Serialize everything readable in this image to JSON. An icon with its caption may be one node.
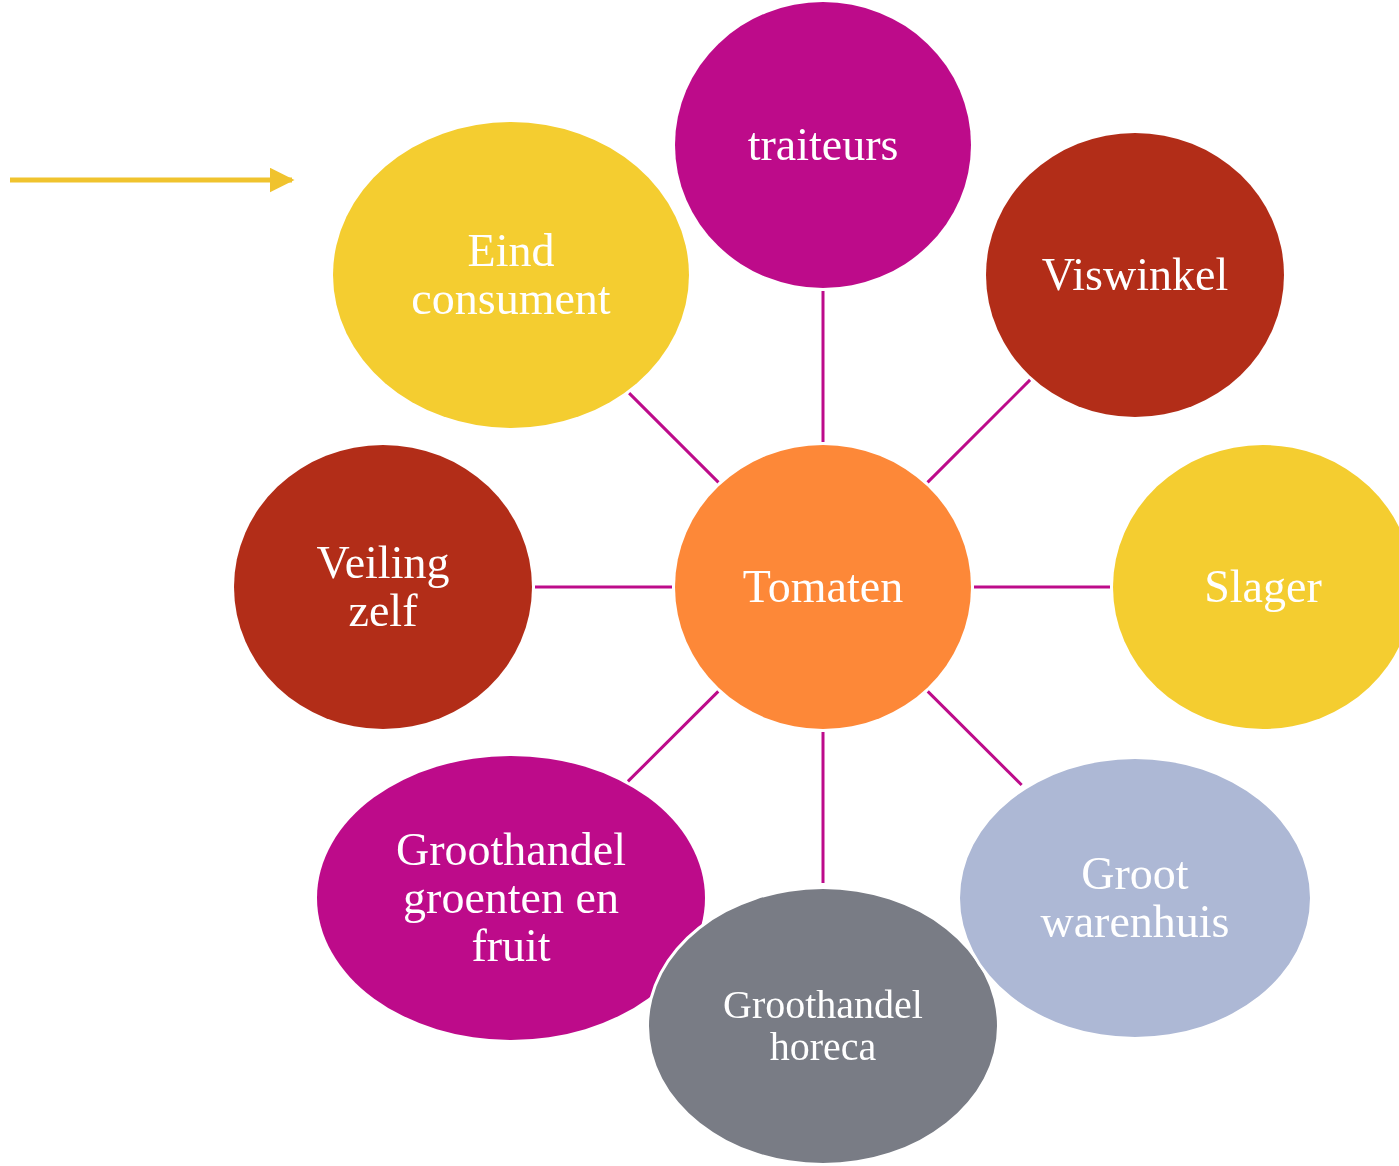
{
  "diagram": {
    "nodes": [
      {
        "text": [
          "traiteurs"
        ]
      },
      {
        "text": [
          "Eind consument"
        ]
      },
      {
        "text": [
          "Viswinkel"
        ]
      },
      {
        "text": [
          "Veiling zelf"
        ]
      },
      {
        "text": [
          "Tomaten"
        ]
      },
      {
        "text": [
          "Slager"
        ]
      },
      {
        "text": [
          "Groothandel groenten en fruit"
        ]
      },
      {
        "text": [
          "Groot warenhuis"
        ]
      },
      {
        "text": [
          "Groothandel horeca"
        ]
      }
    ],
    "edges": [
      {
        "from": null,
        "to": 1,
        "arrow": "to",
        "color": "#f0c32e"
      },
      {
        "from": 4,
        "to": 0,
        "arrow": "none"
      },
      {
        "from": 4,
        "to": 1,
        "arrow": "none"
      },
      {
        "from": 4,
        "to": 2,
        "arrow": "none"
      },
      {
        "from": 4,
        "to": 3,
        "arrow": "none"
      },
      {
        "from": 4,
        "to": 5,
        "arrow": "none"
      },
      {
        "from": 4,
        "to": 6,
        "arrow": "none"
      },
      {
        "from": 4,
        "to": 7,
        "arrow": "none"
      },
      {
        "from": 4,
        "to": 8,
        "arrow": "none"
      }
    ]
  }
}
